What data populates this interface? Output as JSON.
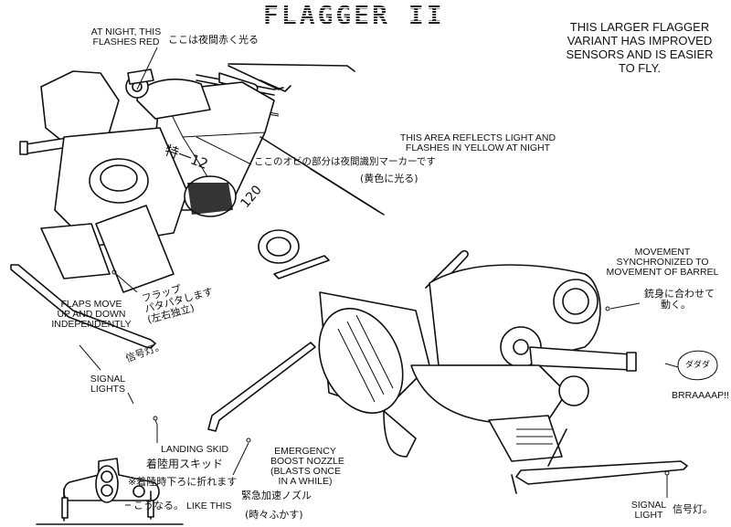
{
  "title": "FLAGGER II",
  "intro": [
    "THIS LARGER FLAGGER",
    "VARIANT HAS IMPROVED",
    "SENSORS AND IS EASIER",
    "TO FLY."
  ],
  "annotations": {
    "night_red": {
      "en": [
        "AT NIGHT, THIS",
        "FLASHES RED"
      ],
      "jp": "ここは夜間赤く光る"
    },
    "reflect": {
      "en": [
        "THIS AREA REFLECTS LIGHT AND",
        "FLASHES IN YELLOW AT NIGHT"
      ],
      "jp": [
        "ここのオビの部分は夜間識別マーカーです",
        "(黄色に光る)"
      ]
    },
    "flaps": {
      "en": [
        "FLAPS MOVE",
        "UP AND DOWN",
        "INDEPENDENTLY"
      ],
      "jp": [
        "フラップ",
        "パタパタします",
        "(左右独立)"
      ]
    },
    "signal_lights": {
      "en": [
        "SIGNAL",
        "LIGHTS"
      ],
      "jp": "信号灯。"
    },
    "landing_skid": {
      "en": "LANDING SKID",
      "jp": [
        "着陸用スキッド",
        "※着陸時下ろに折れます"
      ]
    },
    "like_this": {
      "en": "LIKE THIS",
      "jp": "こうなる。"
    },
    "boost": {
      "en": [
        "EMERGENCY",
        "BOOST NOZZLE",
        "(BLASTS ONCE",
        "IN A WHILE)"
      ],
      "jp": [
        "緊急加速ノズル",
        "(時々ふかす)"
      ]
    },
    "movement": {
      "en": [
        "MOVEMENT",
        "SYNCHRONIZED TO",
        "MOVEMENT OF BARREL"
      ],
      "jp": [
        "銃身に合わせて",
        "動く。"
      ]
    },
    "sfx": {
      "en": "BRRAAAAP!!",
      "jp": "ダダダ"
    },
    "signal_light": {
      "en": [
        "SIGNAL",
        "LIGHT"
      ],
      "jp": "信号灯。"
    }
  },
  "hull_markings": {
    "unit": "特一12",
    "number": "120"
  }
}
